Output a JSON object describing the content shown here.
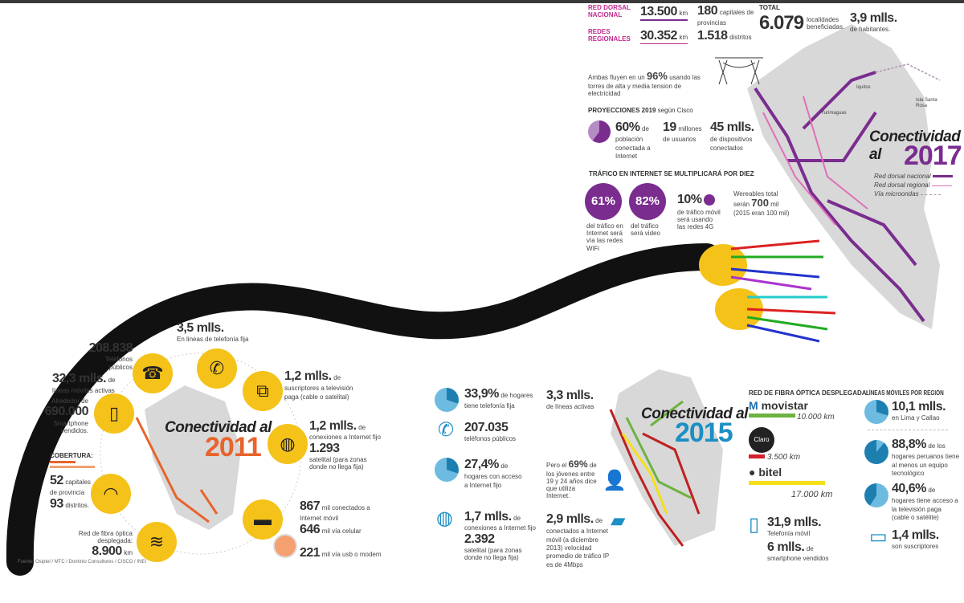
{
  "top": {
    "red_dorsal_label": "RED DORSAL NACIONAL",
    "red_dorsal_km": "13.500",
    "km": "km",
    "redes_regionales_label": "REDES REGIONALES",
    "redes_regionales_km": "30.352",
    "capitales_num": "180",
    "capitales_text": "capitales de provincias",
    "distritos_num": "1.518",
    "distritos_text": "distritos",
    "total_label": "TOTAL",
    "total_num": "6.079",
    "total_text": "localidades beneficiadas.",
    "habitantes_num": "3,9 mlls.",
    "habitantes_text": "de habitantes.",
    "torres_text_a": "Ambas fluyen en un",
    "torres_pct": "96%",
    "torres_text_b": "usando las torres de alta y media tension de electricidad"
  },
  "proyecciones": {
    "title": "PROYECCIONES 2019",
    "source": "según Cisco",
    "pct": "60%",
    "pct_text": "de población conectada a Internet",
    "usuarios_num": "19",
    "usuarios_text": "millones de usuarios",
    "disp_num": "45 mlls.",
    "disp_text": "de dispositivos conectados"
  },
  "trafico": {
    "title": "TRÁFICO EN INTERNET SE MULTIPLICARÁ POR DIEZ",
    "wifi_pct": "61%",
    "wifi_text": "del tráfico en Internet será vía las redes WiFi",
    "video_pct": "82%",
    "video_text": "del tráfico será video",
    "movil_pct": "10%",
    "movil_text": "de tráfico móvil será usando las redes 4G",
    "wearables_a": "Wereables total serán",
    "wearables_num": "700",
    "wearables_b": "mil",
    "wearables_c": "(2015 eran 100 mil)"
  },
  "map2017": {
    "title": "Conectividad al",
    "year": "2017",
    "cities": [
      "Iquitos",
      "Yurimaguas",
      "Isla Santa Rosa"
    ],
    "legend": [
      "Red dorsal nacional",
      "Red dorsal regional",
      "Vía microondas"
    ],
    "colors": {
      "nacional": "#7a2d8f",
      "regional": "#e070b8",
      "micro": "#b090b0"
    }
  },
  "y2011": {
    "title": "Conectividad al",
    "year": "2011",
    "color": "#e8642c",
    "publicos_num": "208.838",
    "publicos_text": "Teléfonos públicos",
    "fija_num": "3,5 mlls.",
    "fija_text": "En lineas de telefonía fija",
    "tv_num": "1,2 mlls.",
    "tv_de": "de",
    "tv_text": "suscriptores a televisión paga (cable o satelital)",
    "moviles_num": "32,3 mlls.",
    "moviles_de": "de",
    "moviles_text": "líneas móviles activas",
    "smart_a": "Alrededor de",
    "smart_num": "690.000",
    "smart_text": "Smartphone vendidos.",
    "inet_num": "1,2 mlls.",
    "inet_de": "de",
    "inet_text": "conexiones a Internet fijo",
    "sat_num": "1.293",
    "sat_text": "satelital (para zonas donde no llega fija)",
    "cobertura": "COBERTURA:",
    "cap_num": "52",
    "cap_text": "capitales de provincia",
    "dist_num": "93",
    "dist_text": "distritos.",
    "fibra_text": "Red de fibra óptica desplegada:",
    "fibra_num": "8.900",
    "fibra_km": "km",
    "movil_num": "867",
    "movil_text": "mil conectados a Internet móvil",
    "cel_num": "646",
    "cel_text": "mil vía celular",
    "usb_num": "221",
    "usb_text": "mil vía usb o modem"
  },
  "source": "Fuente: Osiptel / MTC / Dominio Consultores / CISCO / INEI",
  "y2015": {
    "title": "Conectividad al",
    "year": "2015",
    "color": "#1c8fc4",
    "fija_pct": "33,9%",
    "fija_text": "de hogares tiene telefonía fija",
    "lineas_num": "3,3 mlls.",
    "lineas_text": "de líneas activas",
    "publicos_num": "207.035",
    "publicos_text": "teléfonos públicos",
    "inet_pct": "27,4%",
    "inet_de": "de",
    "inet_text": "hogares con acceso a Internet fijo",
    "jovenes_a": "Pero el",
    "jovenes_pct": "69%",
    "jovenes_b": "de los jóvenes entre 19 y 24 años dice que utiliza Internet.",
    "conex_num": "1,7 mlls.",
    "conex_de": "de",
    "conex_text": "conexiones a Internet fijo",
    "sat_num": "2.392",
    "sat_text": "satelital (para zonas donde no llega fija)",
    "movil_num": "2,9 mlls.",
    "movil_de": "de",
    "movil_text": "conectados a Internet móvil (a diciembre 2013) velocidad promedio de tráfico IP es de 4Mbps",
    "fibra_title": "RED DE FIBRA ÓPTICA DESPLEGADA:",
    "operators": [
      {
        "name": "movistar",
        "km": "10.000 km",
        "color": "#6db33f",
        "frac": 0.59
      },
      {
        "name": "Claro",
        "km": "3.500 km",
        "color": "#d0202a",
        "frac": 0.21
      },
      {
        "name": "bitel",
        "km": "17.000 km",
        "color": "#f5e01a",
        "frac": 1.0
      }
    ],
    "tel_movil_num": "31,9 mlls.",
    "tel_movil_text": "Telefonía móvil",
    "smart_num": "6 mlls.",
    "smart_de": "de",
    "smart_text": "smartphone vendidos",
    "region_title": "LÍNEAS MÓVILES POR REGIÓN",
    "lima_num": "10,1 mlls.",
    "lima_text": "en Lima y Callao",
    "equipo_pct": "88,8%",
    "equipo_text": "de los hogares peruanos tiene al menos un equipo tecnológico",
    "tv_pct": "40,6%",
    "tv_text": "de hogares tiene acceso a la televisión paga (cable o satélite)",
    "susc_num": "1,4 mlls.",
    "susc_text": "son suscriptores"
  }
}
